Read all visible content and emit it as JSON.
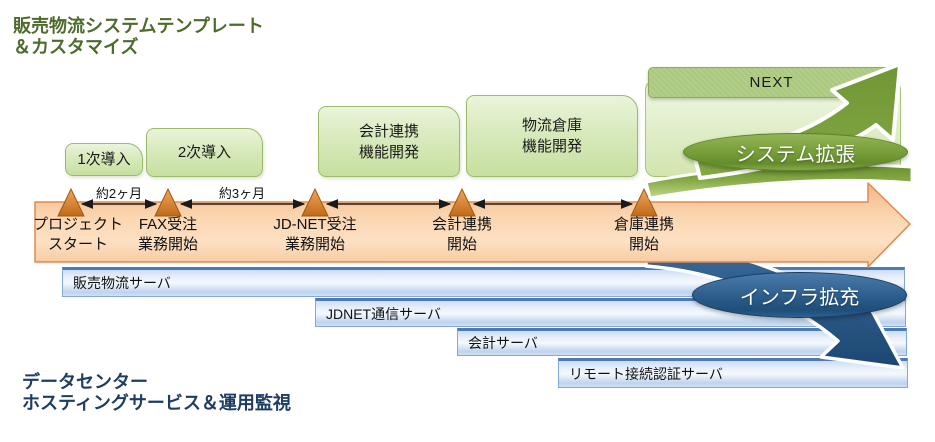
{
  "header": {
    "line1": "販売物流システムテンプレート",
    "line2": "＆カスタマイズ"
  },
  "footer": {
    "line1": "データセンター",
    "line2": "ホスティングサービス＆運用監視"
  },
  "phases": [
    {
      "lines": [
        "1次導入"
      ]
    },
    {
      "lines": [
        "2次導入"
      ]
    },
    {
      "lines": [
        "会計連携",
        "機能開発"
      ]
    },
    {
      "lines": [
        "物流倉庫",
        "機能開発"
      ]
    }
  ],
  "next_label": "NEXT",
  "badges": {
    "system_expansion": "システム拡張",
    "infra_expansion": "インフラ拡充"
  },
  "timeline": {
    "durations": [
      "約2ヶ月",
      "約3ヶ月"
    ],
    "milestones": [
      {
        "lines": [
          "プロジェクト",
          "スタート"
        ]
      },
      {
        "lines": [
          "FAX受注",
          "業務開始"
        ]
      },
      {
        "lines": [
          "JD-NET受注",
          "業務開始"
        ]
      },
      {
        "lines": [
          "会計連携",
          "開始"
        ]
      },
      {
        "lines": [
          "倉庫連携",
          "開始"
        ]
      }
    ]
  },
  "servers": [
    "販売物流サーバ",
    "JDNET通信サーバ",
    "会計サーバ",
    "リモート接続認証サーバ"
  ],
  "colors": {
    "title_green": "#4d6b2b",
    "title_blue": "#1e3c64",
    "accent_green": "#6b9132",
    "accent_blue": "#1f4e79",
    "timeline_orange": "#f6c094"
  }
}
